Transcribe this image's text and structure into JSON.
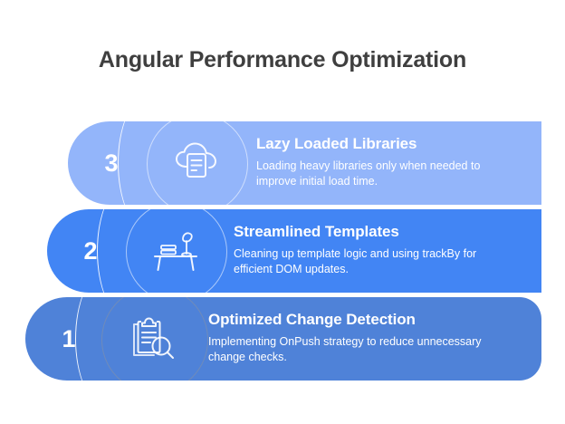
{
  "title": "Angular Performance Optimization",
  "colors": {
    "background": "#ffffff",
    "title_text": "#3f3f3f",
    "band_3": "#93b5fa",
    "band_2": "#4285f4",
    "band_1": "#4f82d8",
    "text": "#ffffff"
  },
  "bands": [
    {
      "number": "3",
      "heading": "Lazy Loaded Libraries",
      "description": "Loading heavy libraries only when needed to improve initial load time.",
      "icon": "cloud-document-icon",
      "color": "#93b5fa"
    },
    {
      "number": "2",
      "heading": "Streamlined Templates",
      "description": "Cleaning up template logic and using trackBy for efficient DOM updates.",
      "icon": "desk-lamp-books-icon",
      "color": "#4285f4"
    },
    {
      "number": "1",
      "heading": "Optimized Change Detection",
      "description": "Implementing OnPush strategy to reduce unnecessary change checks.",
      "icon": "clipboard-magnifier-icon",
      "color": "#4f82d8"
    }
  ]
}
